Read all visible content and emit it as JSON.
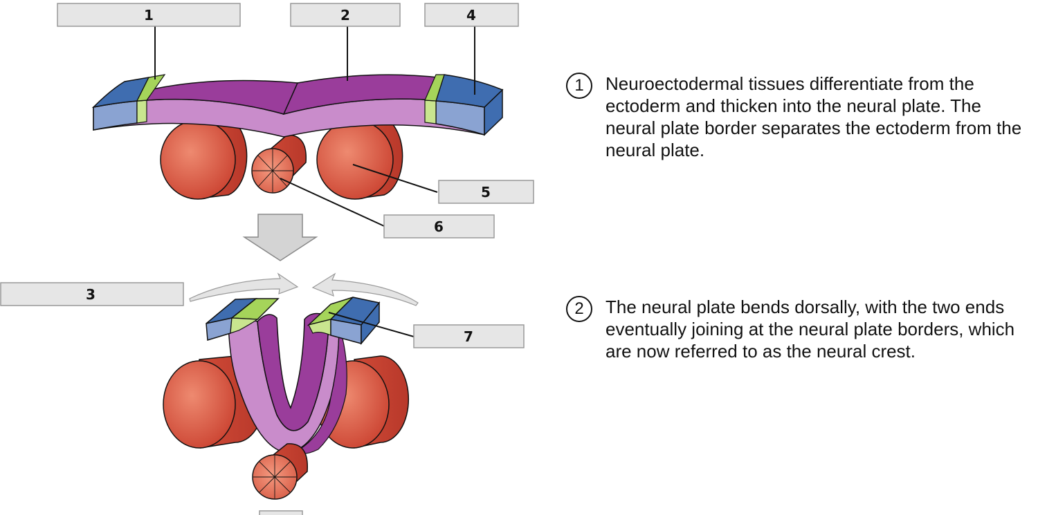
{
  "labels": {
    "l1": "1",
    "l2": "2",
    "l3": "3",
    "l4": "4",
    "l5": "5",
    "l6": "6",
    "l7": "7"
  },
  "steps": [
    {
      "number": "1",
      "text": "Neuroectodermal tissues differentiate from the ectoderm and thicken into the neural plate. The neural plate border separates the ectoderm from the neural plate."
    },
    {
      "number": "2",
      "text": "The neural plate bends dorsally, with the two ends eventually joining at the neural plate borders, which are now referred to as the neural crest."
    }
  ],
  "colors": {
    "ectoderm": "#3f6db0",
    "ectoderm_side": "#8aa3d2",
    "neural_plate": "#9a3d9b",
    "neural_plate_side": "#c98ccb",
    "border": "#a5d45a",
    "somite": "#d24b3a",
    "notochord": "#e2705a",
    "label_box": "#e6e6e6",
    "arrow": "#cfcfcf"
  }
}
